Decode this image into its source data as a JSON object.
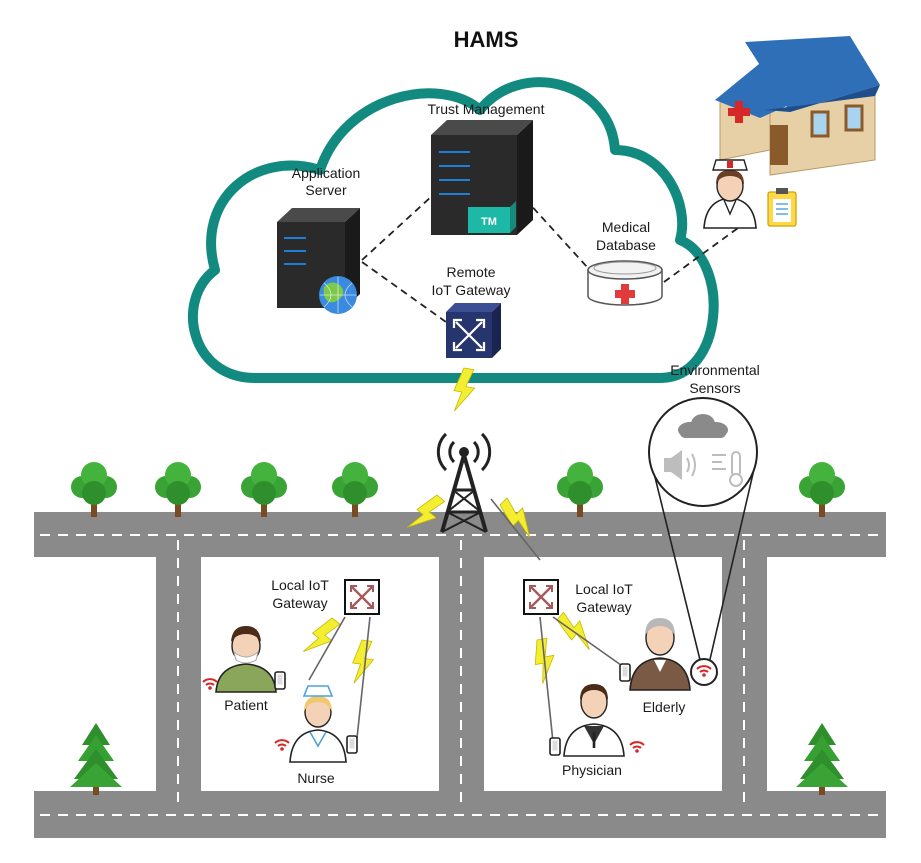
{
  "title": "HAMS",
  "cloud": {
    "trust_management": "Trust Management",
    "tm_badge": "TM",
    "application_server": [
      "Application",
      "Server"
    ],
    "medical_database": [
      "Medical",
      "Database"
    ],
    "remote_gateway": [
      "Remote",
      "IoT Gateway"
    ]
  },
  "environment": {
    "label": [
      "Environmental",
      "Sensors"
    ]
  },
  "local_gateway_left": [
    "Local IoT",
    "Gateway"
  ],
  "local_gateway_right": [
    "Local IoT",
    "Gateway"
  ],
  "people": {
    "patient": "Patient",
    "nurse": "Nurse",
    "physician": "Physician",
    "elderly": "Elderly"
  },
  "colors": {
    "cloud_border": "#138a80",
    "road": "#8a8a8a",
    "lightning": "#f4ee33",
    "tree_green": "#3aa336",
    "hospital_roof": "#2e6fb8",
    "hospital_wall": "#e8d0a6",
    "cross_red": "#d62828",
    "gateway_blue": "#27356e",
    "tm_green": "#1eb8a6"
  }
}
